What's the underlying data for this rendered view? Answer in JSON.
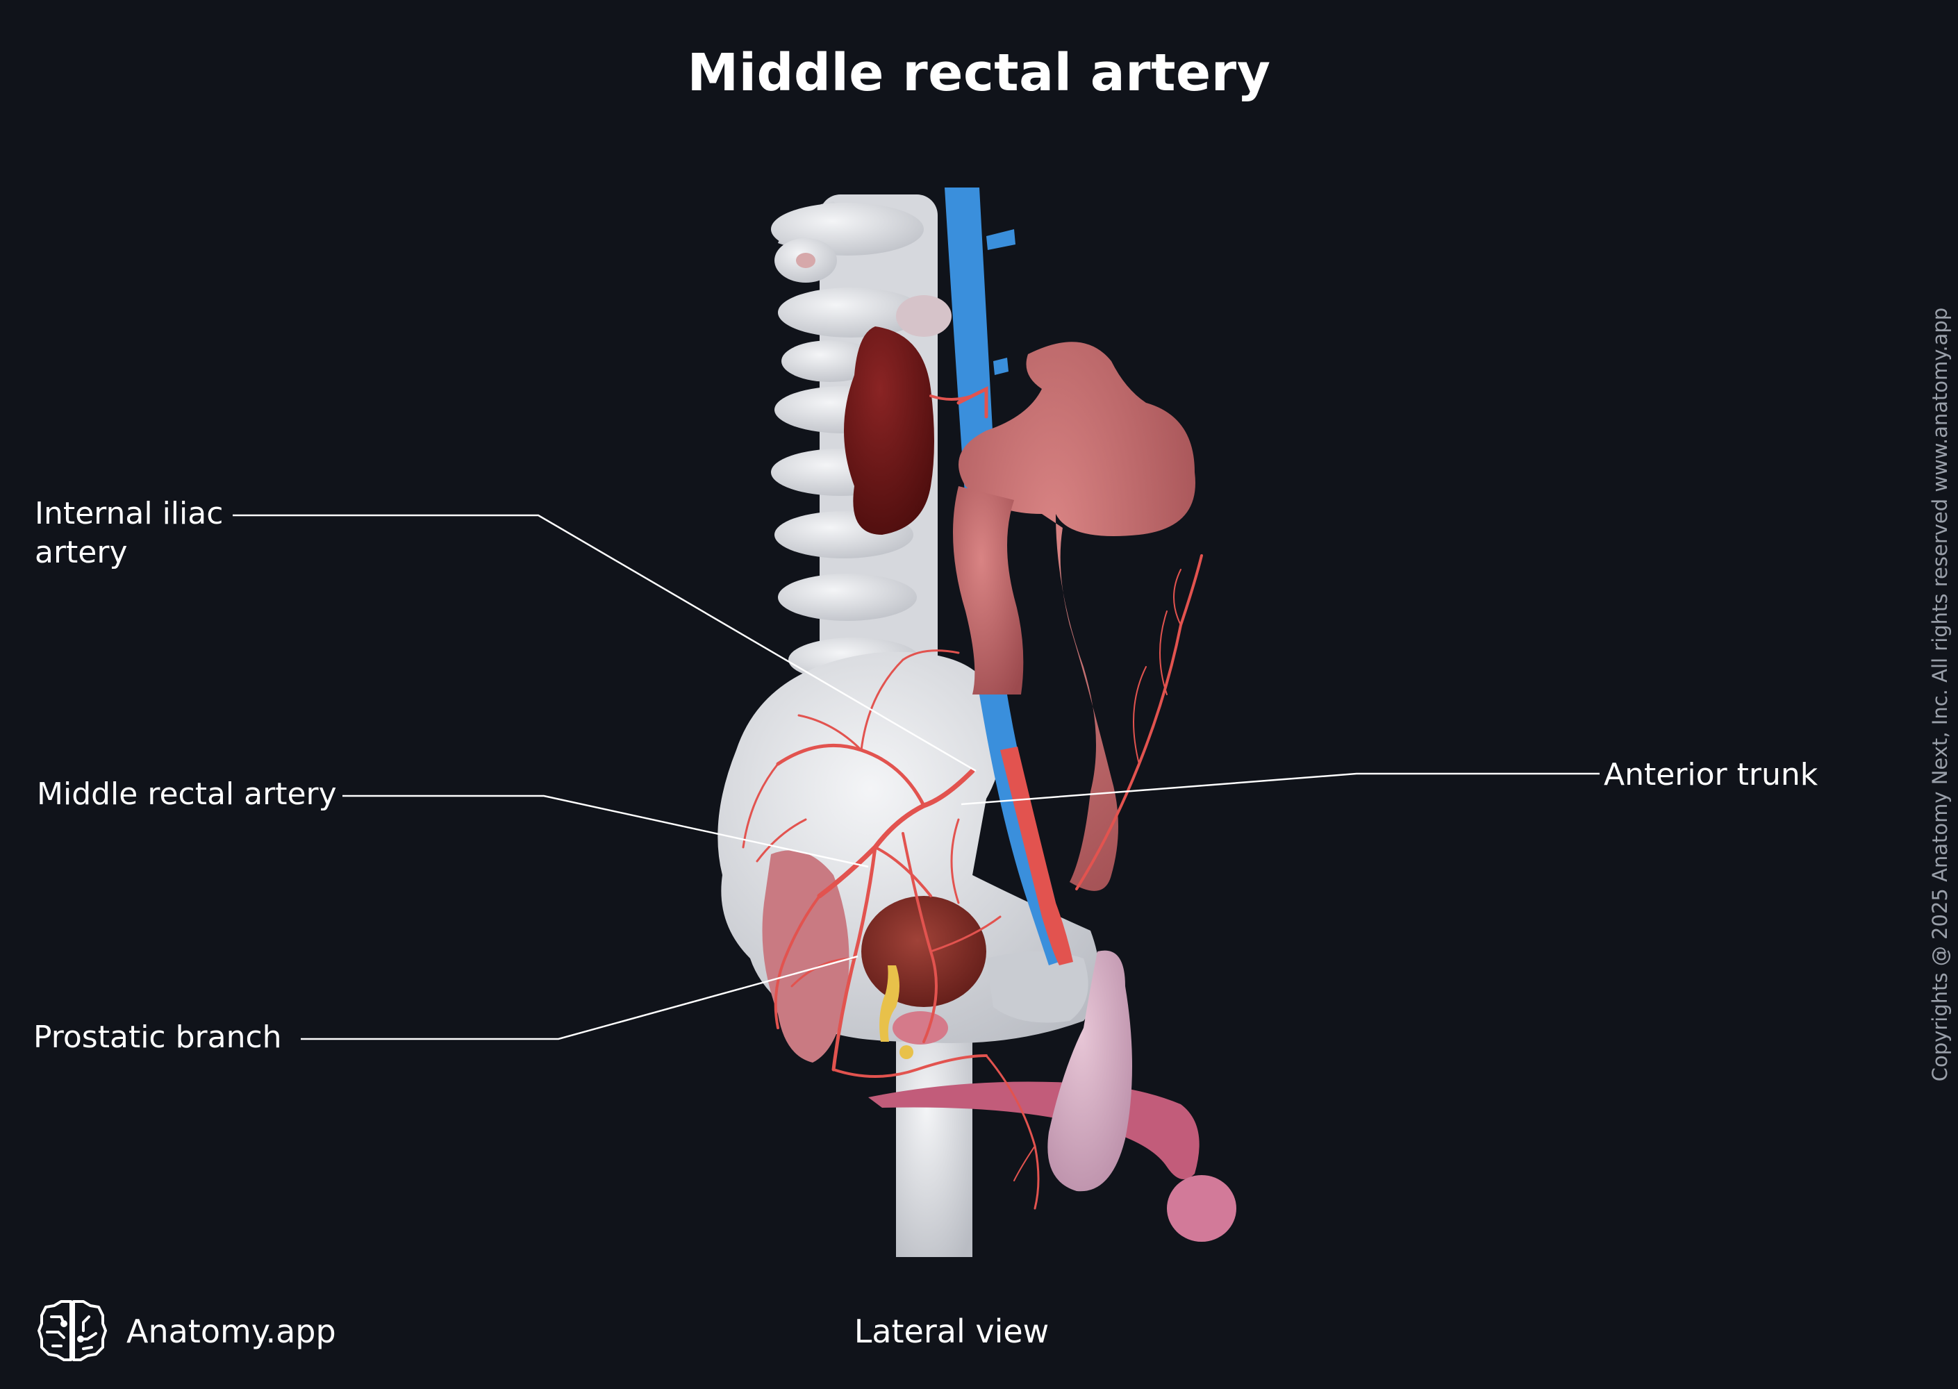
{
  "title": "Middle rectal artery",
  "labels": {
    "internal_iliac_line1": "Internal iliac",
    "internal_iliac_line2": "artery",
    "middle_rectal": "Middle rectal artery",
    "prostatic_branch": "Prostatic branch",
    "anterior_trunk": "Anterior trunk"
  },
  "view": "Lateral view",
  "brand": {
    "name": "Anatomy.app",
    "logo_icon": "brain-icon"
  },
  "copyright": "Copyrights @ 2025 Anatomy Next, Inc. All rights reserved www.anatomy.app",
  "colors": {
    "background": "#10131a",
    "bone": "#e3e5e9",
    "artery": "#e2534f",
    "vein": "#3a8fdc",
    "colon": "#c96d6d",
    "kidney": "#6b1616",
    "pelvic_organ": "#c98a94",
    "gland": "#e8c14a",
    "leader_line": "#ffffff"
  }
}
